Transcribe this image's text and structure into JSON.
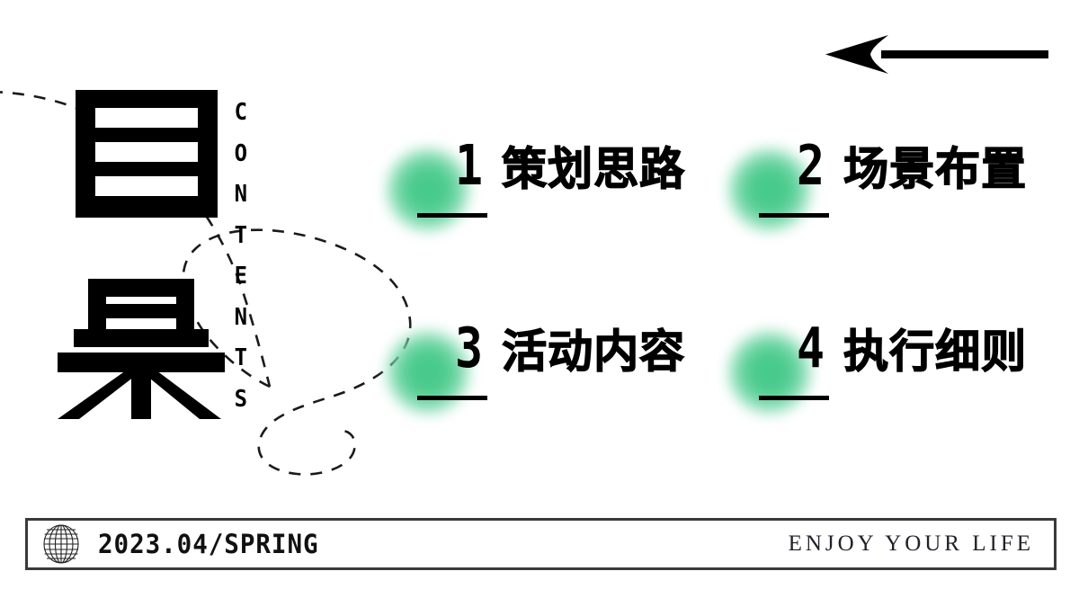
{
  "slide": {
    "background_color": "#ffffff",
    "accent_color": "#4acb8d",
    "ink_color": "#000000"
  },
  "heading": {
    "cjk_title": "目录",
    "cjk_char_1": "目",
    "cjk_char_2": "录",
    "vertical_label": "CONTENTS",
    "vertical_letters": [
      "C",
      "O",
      "N",
      "T",
      "E",
      "N",
      "T",
      "S"
    ]
  },
  "decor": {
    "arrow_name": "left-pointing-arrow",
    "squiggle_name": "dashed-squiggle-path"
  },
  "agenda": {
    "items": [
      {
        "number": "1",
        "label": "策划思路"
      },
      {
        "number": "2",
        "label": "场景布置"
      },
      {
        "number": "3",
        "label": "活动内容"
      },
      {
        "number": "4",
        "label": "执行细则"
      }
    ]
  },
  "footer": {
    "globe_icon": "globe-wireframe-icon",
    "date": "2023.04/SPRING",
    "slogan": "ENJOY YOUR LIFE"
  }
}
